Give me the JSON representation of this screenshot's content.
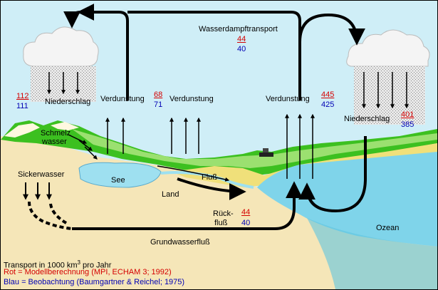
{
  "labels": {
    "wasserdampftransport": "Wasserdampftransport",
    "niederschlag_left": "Niederschlag",
    "verdunstung_1": "Verdunstung",
    "verdunstung_2": "Verdunstung",
    "verdunstung_3": "Verdunstung",
    "niederschlag_right": "Niederschlag",
    "schmelzwasser_1": "Schmelz",
    "schmelzwasser_2": "wasser",
    "see": "See",
    "fluss": "Fluß",
    "sickerwasser": "Sickerwasser",
    "land": "Land",
    "rueckfluss_1": "Rück-",
    "rueckfluss_2": "fluß",
    "grundwasserfluss": "Grundwasserfluß",
    "ozean": "Ozean"
  },
  "values": {
    "wasserdampf_model": "44",
    "wasserdampf_obs": "40",
    "niederschlag_land_model": "112",
    "niederschlag_land_obs": "111",
    "verdunstung_land_model": "68",
    "verdunstung_land_obs": "71",
    "verdunstung_ozean_model": "445",
    "verdunstung_ozean_obs": "425",
    "niederschlag_ozean_model": "401",
    "niederschlag_ozean_obs": "385",
    "rueckfluss_model": "44",
    "rueckfluss_obs": "40"
  },
  "legend": {
    "line1_a": "Transport in 1000 km",
    "line1_sup": "3",
    "line1_b": " pro Jahr",
    "line2": "Rot = Modellberechnung (MPI, ECHAM 3; 1992)",
    "line3": "Blau = Beobachtung (Baumgartner & Reichel; 1975)"
  },
  "colors": {
    "sky": "#cfeef7",
    "land": "#f5e6b8",
    "vegetation": "#3cc020",
    "lake": "#9ee0f0",
    "ocean": "#7fd4ea",
    "model_red": "#d40000",
    "obs_blue": "#0000b4"
  }
}
